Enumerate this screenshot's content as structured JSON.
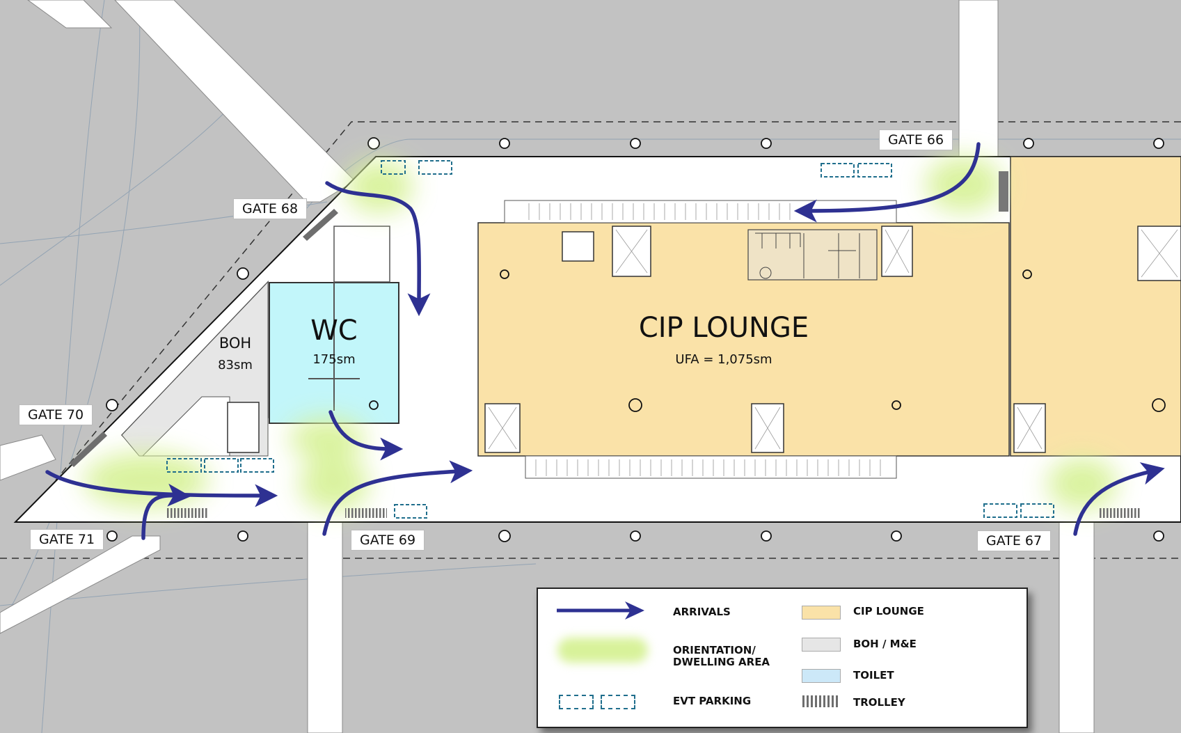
{
  "gates": [
    {
      "id": "gate-66",
      "label": "GATE 66"
    },
    {
      "id": "gate-67",
      "label": "GATE 67"
    },
    {
      "id": "gate-68",
      "label": "GATE 68"
    },
    {
      "id": "gate-69",
      "label": "GATE 69"
    },
    {
      "id": "gate-70",
      "label": "GATE 70"
    },
    {
      "id": "gate-71",
      "label": "GATE 71"
    }
  ],
  "rooms": {
    "cip_lounge": {
      "title": "CIP LOUNGE",
      "area": "UFA = 1,075sm"
    },
    "wc": {
      "title": "WC",
      "area": "175sm"
    },
    "boh": {
      "title": "BOH",
      "area": "83sm"
    }
  },
  "legend": {
    "arrivals": "ARRIVALS",
    "orientation_line1": "ORIENTATION/",
    "orientation_line2": "DWELLING AREA",
    "evt_parking": "EVT PARKING",
    "cip_lounge": "CIP LOUNGE",
    "boh": "BOH / M&E",
    "toilet": "TOILET",
    "trolley": "TROLLEY"
  },
  "colors": {
    "background": "#c2c2c2",
    "floor": "#ffffff",
    "cip_lounge": "#fae2a8",
    "boh": "#e6e6e6",
    "toilet": "#c2f6fa",
    "arrival_arrow": "#2e3192",
    "orientation": "#d8f29a",
    "evt_parking": "#1f6e8c",
    "trolley": "#6e6e6e"
  }
}
